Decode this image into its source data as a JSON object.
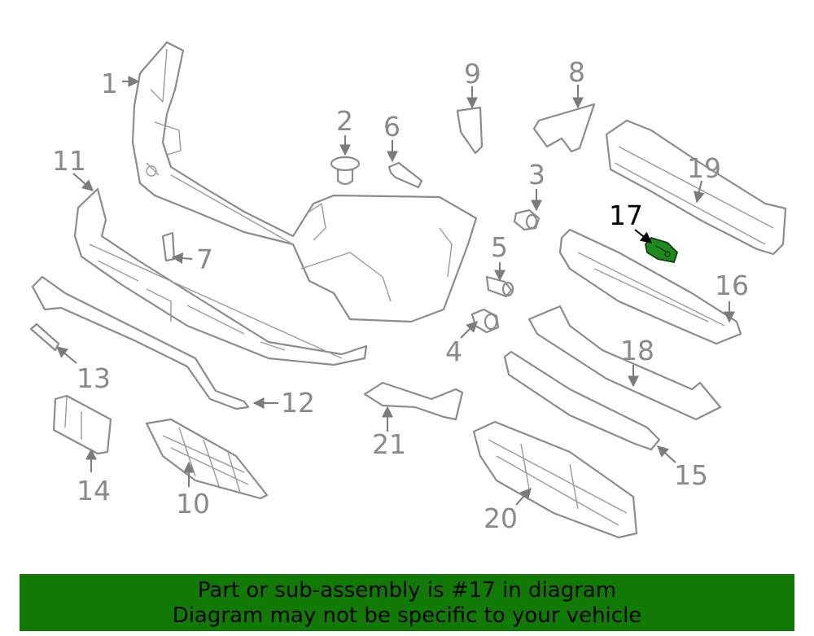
{
  "diagram": {
    "highlight_color": "#117a04",
    "highlighted_part": "17",
    "callouts": [
      {
        "id": "1",
        "label": "1"
      },
      {
        "id": "2",
        "label": "2"
      },
      {
        "id": "3",
        "label": "3"
      },
      {
        "id": "4",
        "label": "4"
      },
      {
        "id": "5",
        "label": "5"
      },
      {
        "id": "6",
        "label": "6"
      },
      {
        "id": "7",
        "label": "7"
      },
      {
        "id": "8",
        "label": "8"
      },
      {
        "id": "9",
        "label": "9"
      },
      {
        "id": "10",
        "label": "10"
      },
      {
        "id": "11",
        "label": "11"
      },
      {
        "id": "12",
        "label": "12"
      },
      {
        "id": "13",
        "label": "13"
      },
      {
        "id": "14",
        "label": "14"
      },
      {
        "id": "15",
        "label": "15"
      },
      {
        "id": "16",
        "label": "16"
      },
      {
        "id": "17",
        "label": "17"
      },
      {
        "id": "18",
        "label": "18"
      },
      {
        "id": "19",
        "label": "19"
      },
      {
        "id": "20",
        "label": "20"
      },
      {
        "id": "21",
        "label": "21"
      }
    ]
  },
  "banner": {
    "line1": "Part or sub-assembly is #17 in diagram",
    "line2": "Diagram may not be specific to your vehicle"
  }
}
